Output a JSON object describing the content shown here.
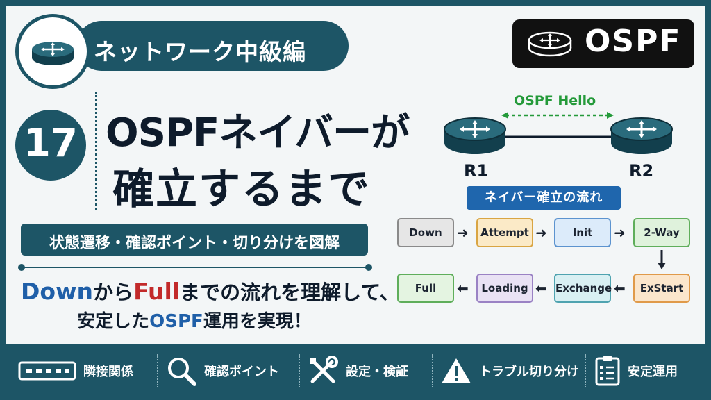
{
  "series": {
    "label": "ネットワーク中級編",
    "badge": "OSPF"
  },
  "episode": {
    "number": "17"
  },
  "title": {
    "line1": "OSPFネイバーが",
    "line2": "確立するまで"
  },
  "subtitle": "状態遷移・確認ポイント・切り分けを図解",
  "description": {
    "line1_a": "Down",
    "line1_b": "から",
    "line1_c": "Full",
    "line1_d": "までの流れを理解して、",
    "line2_a": "安定した",
    "line2_b": "OSPF",
    "line2_c": "運用を実現！"
  },
  "diagram": {
    "link_label": "OSPF Hello",
    "routers": [
      "R1",
      "R2"
    ],
    "flow_title": "ネイバー確立の流れ",
    "states": [
      "Down",
      "Attempt",
      "Init",
      "2-Way",
      "ExStart",
      "Exchange",
      "Loading",
      "Full"
    ],
    "state_colors": {
      "Down": [
        "#e6e6e6",
        "#8a8a8a"
      ],
      "Attempt": [
        "#fbeac7",
        "#d9a543"
      ],
      "Init": [
        "#dcebfa",
        "#5c93cf"
      ],
      "2-Way": [
        "#dff2dc",
        "#5fae5b"
      ],
      "ExStart": [
        "#fbe6cc",
        "#e09a4a"
      ],
      "Exchange": [
        "#d9f0f3",
        "#4fa3b0"
      ],
      "Loading": [
        "#e9e2f4",
        "#9a82c4"
      ],
      "Full": [
        "#e4f4e1",
        "#5fae5b"
      ]
    }
  },
  "features": [
    {
      "label": "隣接関係",
      "icon": "switch-icon"
    },
    {
      "label": "確認ポイント",
      "icon": "magnifier-icon"
    },
    {
      "label": "設定・検証",
      "icon": "tools-icon"
    },
    {
      "label": "トラブル切り分け",
      "icon": "warning-icon"
    },
    {
      "label": "安定運用",
      "icon": "checklist-icon"
    }
  ],
  "colors": {
    "primary": "#1d5566",
    "accent_blue": "#1f66ad",
    "accent_red": "#c22a2a",
    "hello_green": "#249a3a"
  }
}
